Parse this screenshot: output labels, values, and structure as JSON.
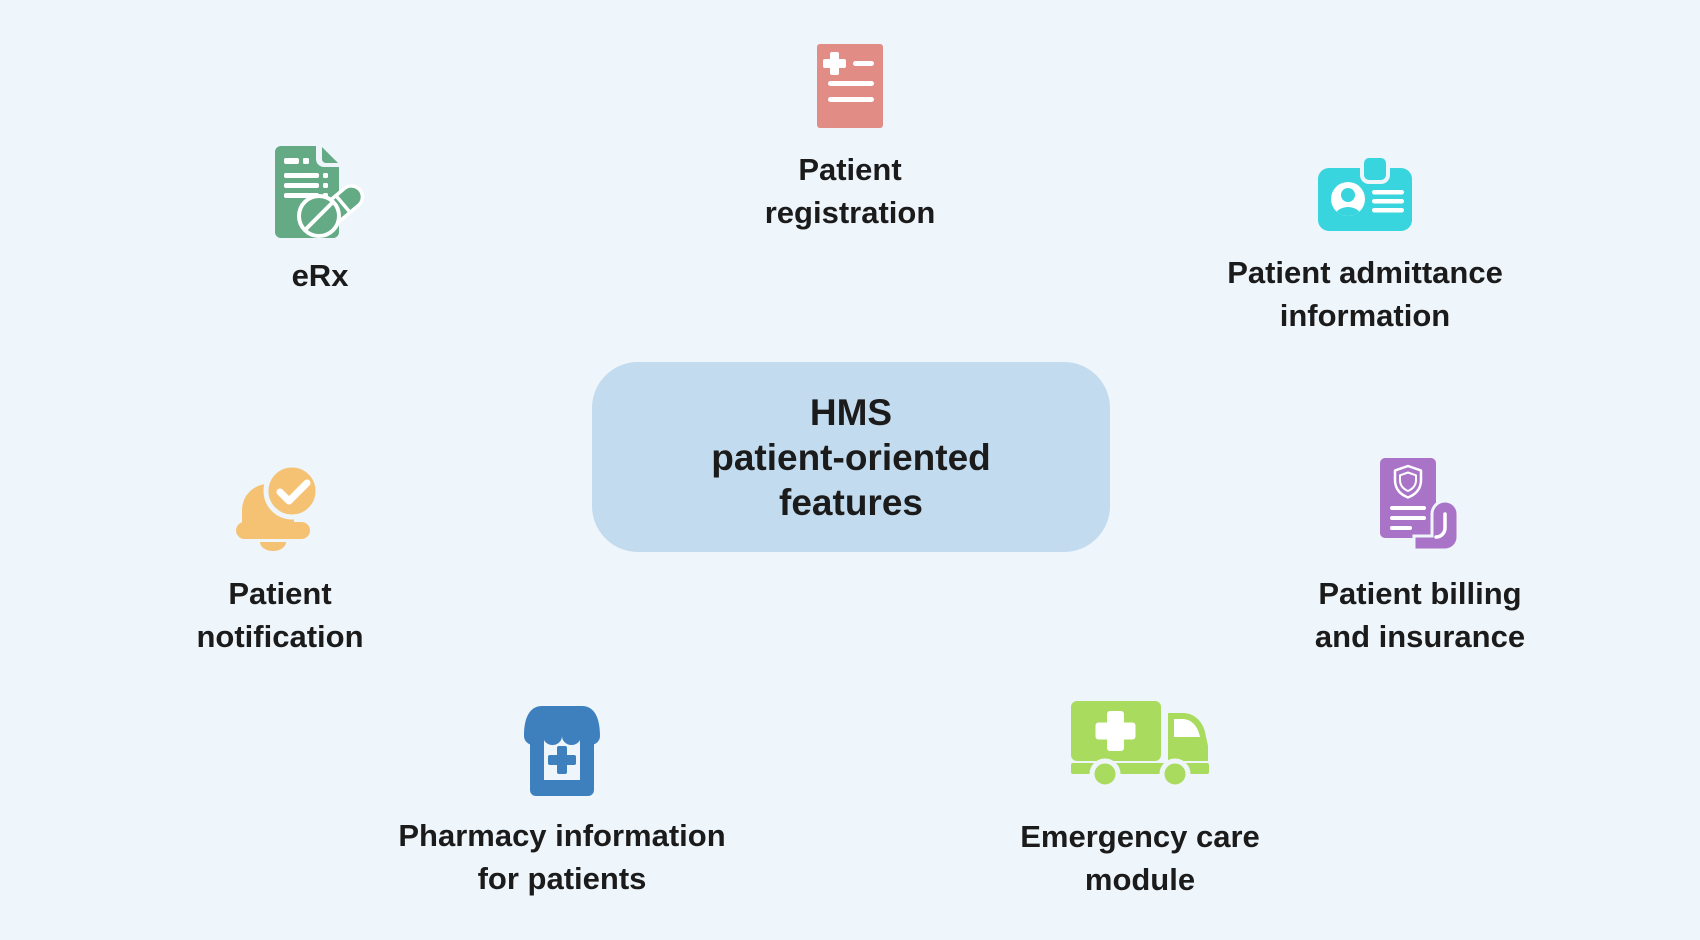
{
  "page": {
    "bg": "#eef5fb",
    "text_color": "#1b1b1b"
  },
  "center_box": {
    "bg": "#c2dbee",
    "lines": [
      "HMS",
      "patient-oriented",
      "features"
    ]
  },
  "nodes": [
    {
      "id": "patient-registration",
      "icon": "medical-record-icon",
      "color": "#e28c86",
      "label_lines": [
        "Patient",
        "registration"
      ]
    },
    {
      "id": "erx",
      "icon": "prescription-pills-icon",
      "color": "#63aa85",
      "label_lines": [
        "eRx"
      ]
    },
    {
      "id": "patient-admittance-information",
      "icon": "id-badge-icon",
      "color": "#38d5de",
      "label_lines": [
        "Patient admittance",
        "information"
      ]
    },
    {
      "id": "patient-notification",
      "icon": "notification-bell-check-icon",
      "color": "#f5c274",
      "label_lines": [
        "Patient",
        "notification"
      ]
    },
    {
      "id": "patient-billing-and-insurance",
      "icon": "insurance-bill-icon",
      "color": "#a974c8",
      "label_lines": [
        "Patient billing",
        "and insurance"
      ]
    },
    {
      "id": "pharmacy-information-for-patients",
      "icon": "pharmacy-store-icon",
      "color": "#3e7fbe",
      "label_lines": [
        "Pharmacy information",
        "for patients"
      ]
    },
    {
      "id": "emergency-care-module",
      "icon": "ambulance-icon",
      "color": "#a9db5e",
      "label_lines": [
        "Emergency care",
        "module"
      ]
    }
  ]
}
